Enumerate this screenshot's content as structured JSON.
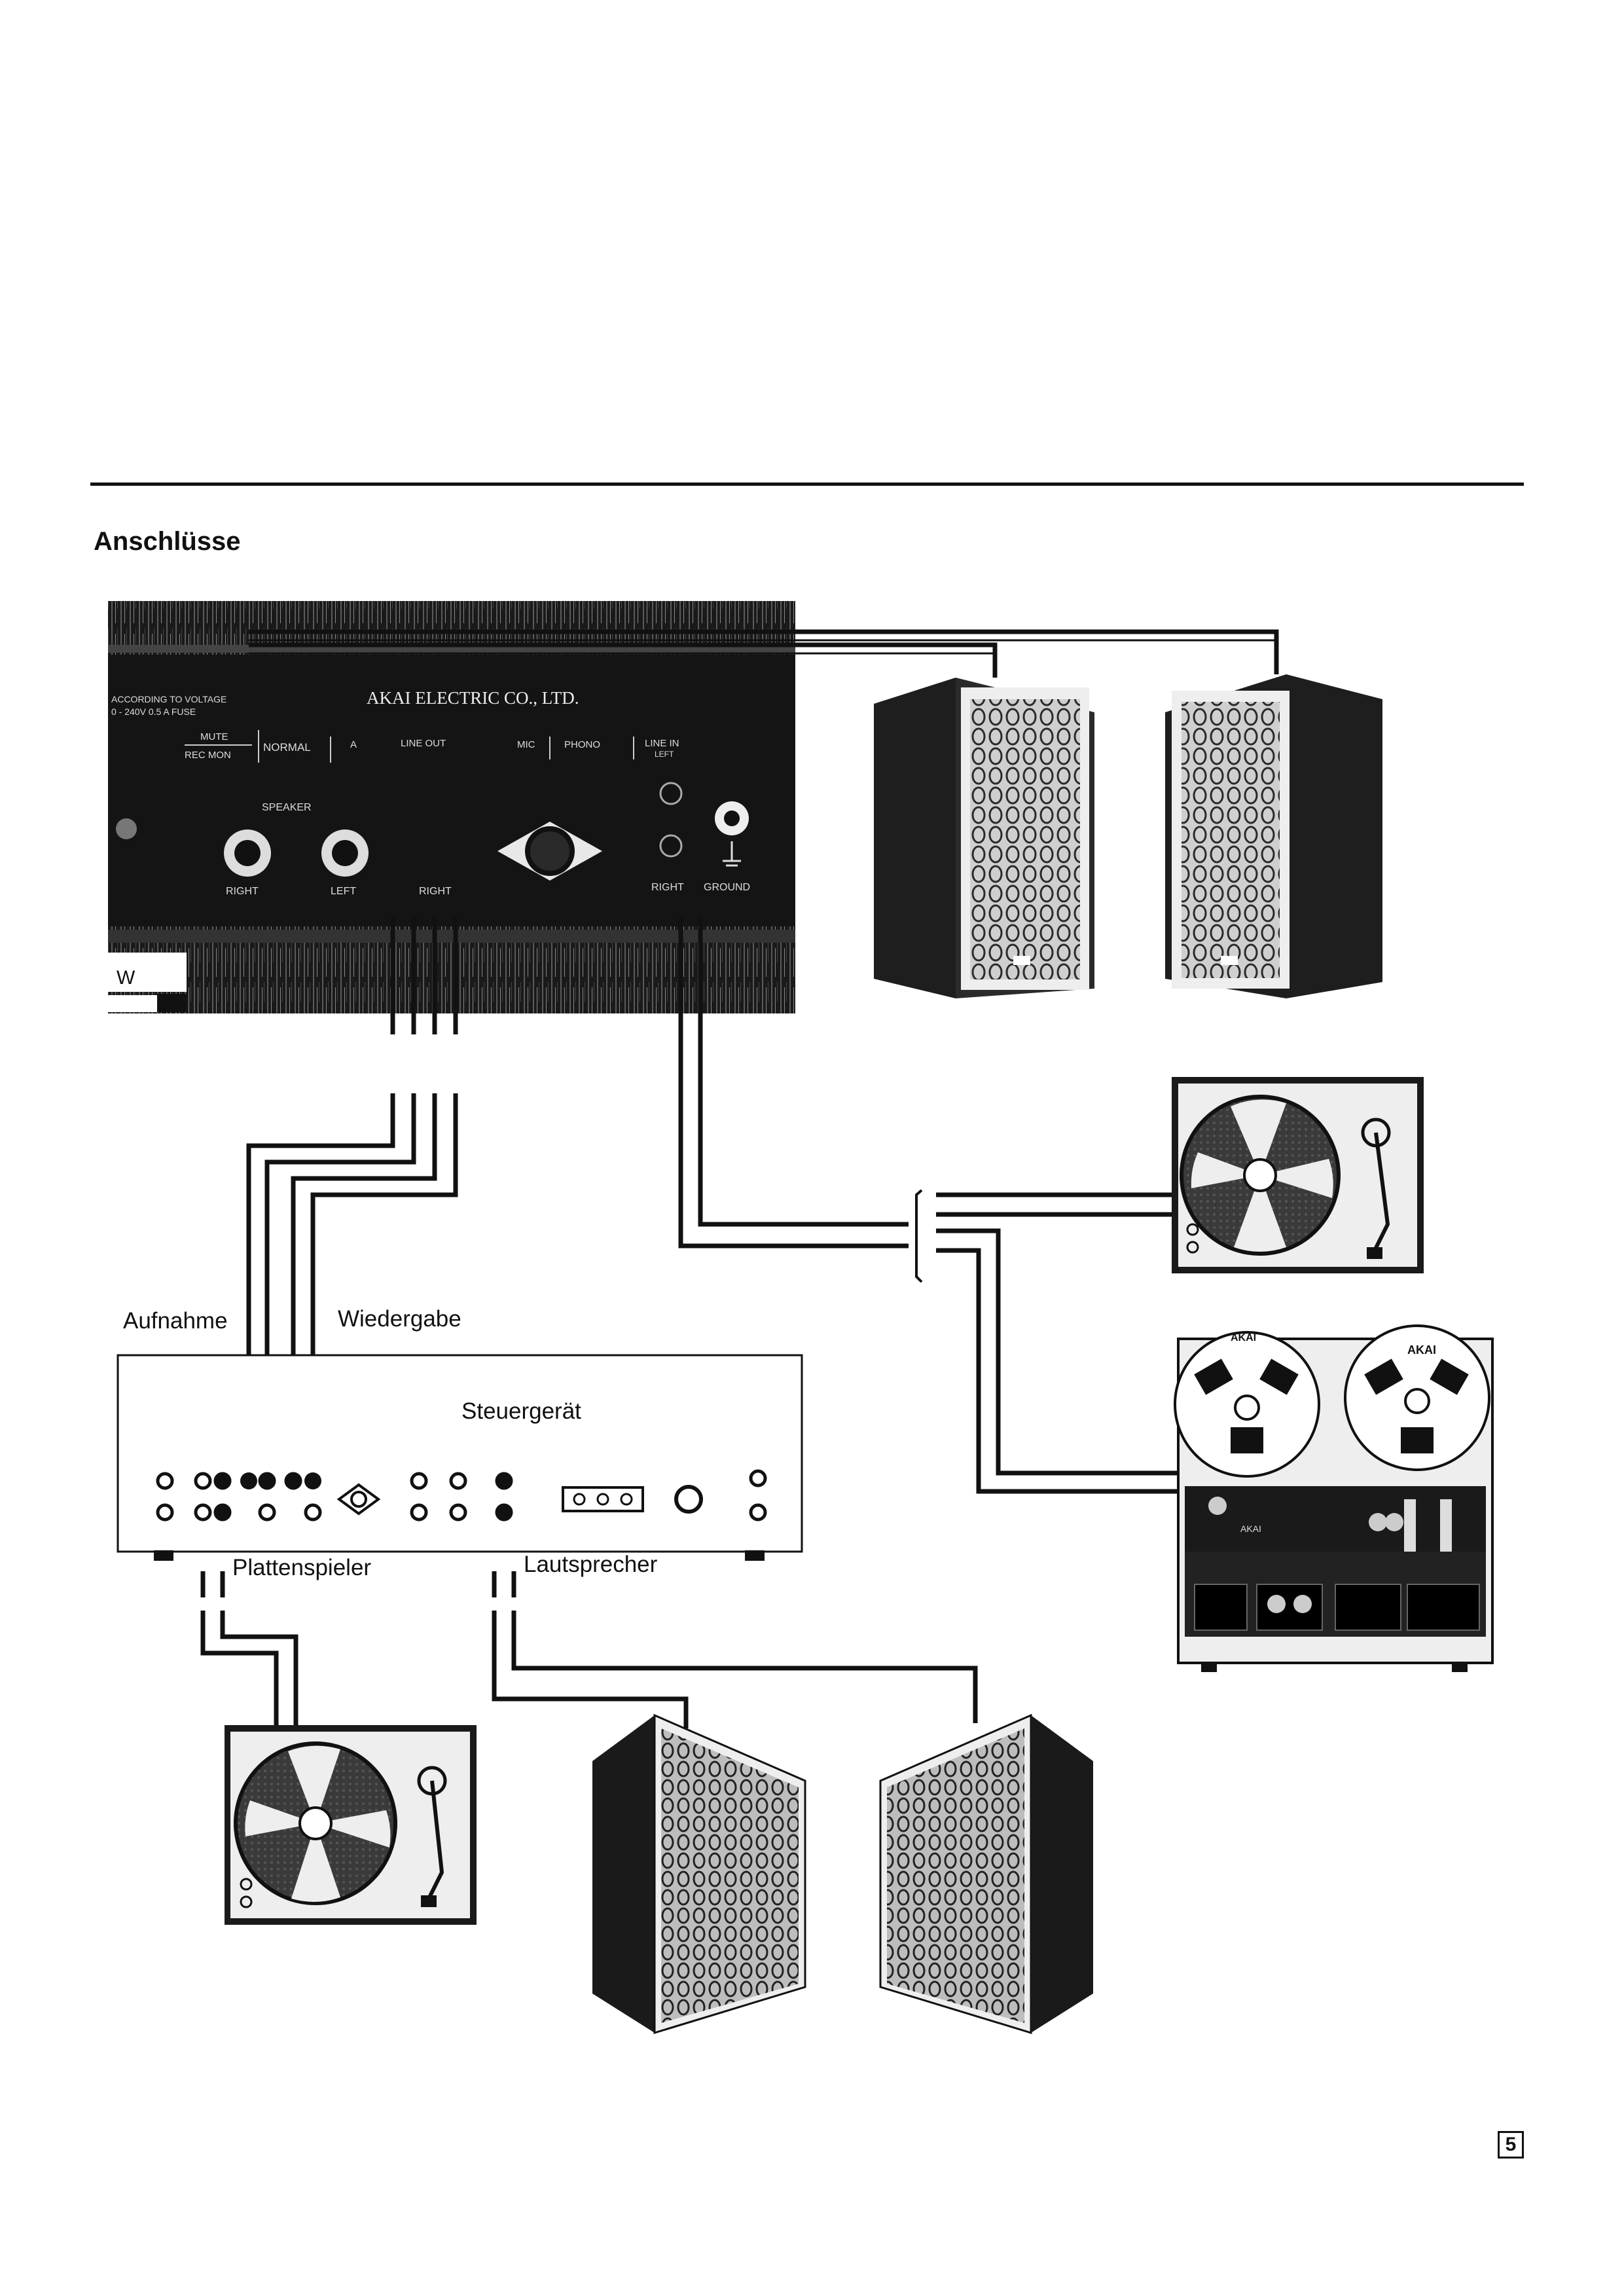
{
  "page": {
    "heading": "Anschlüsse",
    "page_number": "5"
  },
  "deck_panel": {
    "maker": "AKAI ELECTRIC CO., LTD.",
    "voltage_line_1": "ACCORDING TO VOLTAGE",
    "voltage_line_2": "0 - 240V   0.5 A FUSE",
    "mute": "MUTE",
    "rec_mon": "REC MON",
    "normal": "NORMAL",
    "line_out": "LINE OUT",
    "mic": "MIC",
    "phono": "PHONO",
    "line_in": "LINE IN",
    "left_small": "LEFT",
    "speaker": "SPEAKER",
    "right": "RIGHT",
    "left": "LEFT",
    "right_2": "RIGHT",
    "right_3": "RIGHT",
    "ground": "GROUND",
    "model_fragment": "W"
  },
  "receiver": {
    "title": "Steuergerät"
  },
  "labels": {
    "aufnahme": "Aufnahme",
    "wiedergabe": "Wiedergabe",
    "plattenspieler": "Plattenspieler",
    "lautsprecher": "Lautsprecher"
  },
  "tape_deck": {
    "brand_left": "AKAI",
    "brand_right": "AKAI",
    "brand_panel": "AKAI"
  }
}
